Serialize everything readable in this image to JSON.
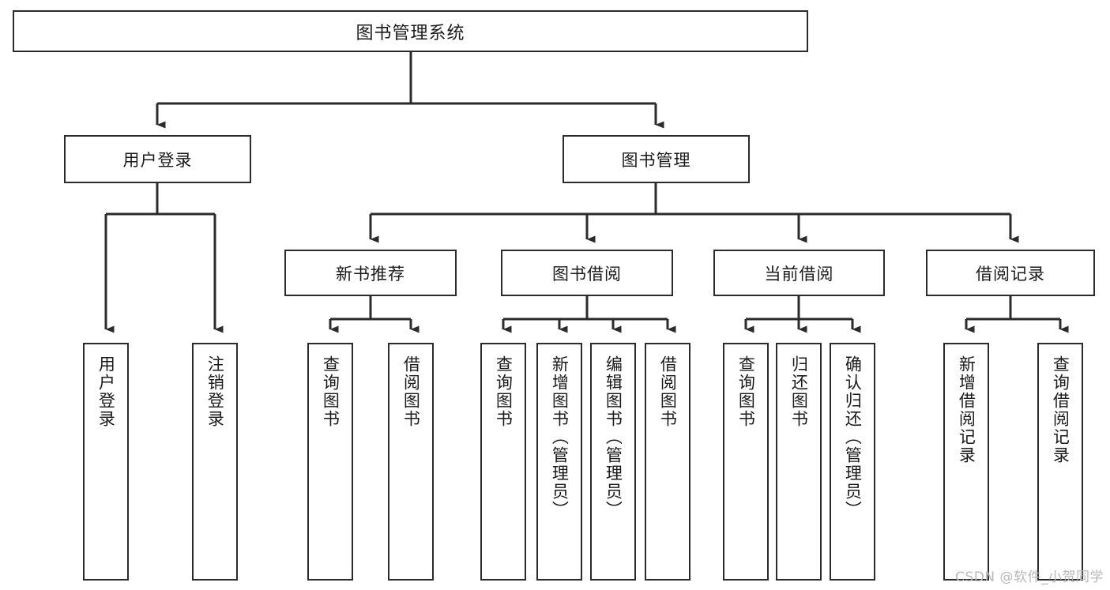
{
  "diagram": {
    "kind": "hierarchy-tree",
    "root": {
      "id": "root",
      "label": "图书管理系统",
      "orientation": "horizontal"
    },
    "level2": [
      {
        "id": "user-login",
        "label": "用户登录",
        "orientation": "horizontal"
      },
      {
        "id": "book-manage",
        "label": "图书管理",
        "orientation": "horizontal"
      }
    ],
    "level3": [
      {
        "id": "new-book-recommend",
        "label": "新书推荐",
        "orientation": "horizontal",
        "parent": "book-manage"
      },
      {
        "id": "book-borrow",
        "label": "图书借阅",
        "orientation": "horizontal",
        "parent": "book-manage"
      },
      {
        "id": "current-borrow",
        "label": "当前借阅",
        "orientation": "horizontal",
        "parent": "book-manage"
      },
      {
        "id": "borrow-record",
        "label": "借阅记录",
        "orientation": "horizontal",
        "parent": "book-manage"
      }
    ],
    "leaves": [
      {
        "id": "leaf-user-login",
        "label": "用户登录",
        "parent": "user-login"
      },
      {
        "id": "leaf-user-logout",
        "label": "注销登录",
        "parent": "user-login"
      },
      {
        "id": "leaf-query-book-1",
        "label": "查询图书",
        "parent": "new-book-recommend"
      },
      {
        "id": "leaf-borrow-book-1",
        "label": "借阅图书",
        "parent": "new-book-recommend"
      },
      {
        "id": "leaf-query-book-2",
        "label": "查询图书",
        "parent": "book-borrow"
      },
      {
        "id": "leaf-add-book",
        "label": "新增图书（管理员）",
        "parent": "book-borrow"
      },
      {
        "id": "leaf-edit-book",
        "label": "编辑图书（管理员）",
        "parent": "book-borrow"
      },
      {
        "id": "leaf-borrow-book-2",
        "label": "借阅图书",
        "parent": "book-borrow"
      },
      {
        "id": "leaf-query-book-3",
        "label": "查询图书",
        "parent": "current-borrow"
      },
      {
        "id": "leaf-return-book",
        "label": "归还图书",
        "parent": "current-borrow"
      },
      {
        "id": "leaf-confirm-return",
        "label": "确认归还（管理员）",
        "parent": "current-borrow"
      },
      {
        "id": "leaf-add-record",
        "label": "新增借阅记录",
        "parent": "borrow-record"
      },
      {
        "id": "leaf-query-record",
        "label": "查询借阅记录",
        "parent": "borrow-record"
      }
    ]
  },
  "watermark": {
    "text": "CSDN @软件_小贺同学"
  },
  "colors": {
    "stroke": "#2b2b2b",
    "background": "#ffffff",
    "text": "#1a1a1a",
    "watermark": "#b9b9b9"
  }
}
